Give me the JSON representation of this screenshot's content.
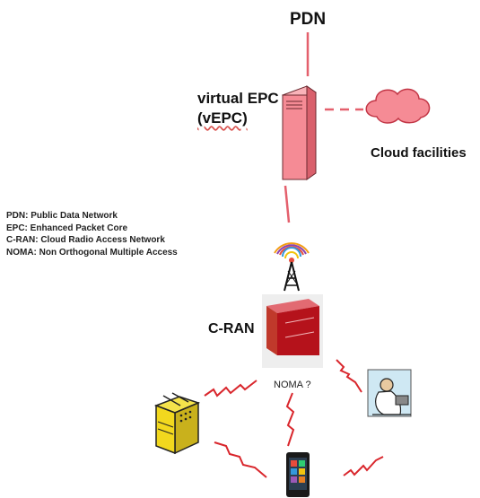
{
  "labels": {
    "pdn": "PDN",
    "vepc_line1": "virtual EPC",
    "vepc_line2": "(vEPC)",
    "cloud": "Cloud facilities",
    "cran": "C-RAN",
    "noma": "NOMA ?"
  },
  "legend": [
    "PDN:  Public Data Network",
    "EPC: Enhanced Packet Core",
    "C-RAN: Cloud Radio Access Network",
    "NOMA: Non Orthogonal Multiple Access"
  ],
  "colors": {
    "link": "#e4606d",
    "server_fill": "#f58b95",
    "server_stroke": "#6b2a30",
    "cloud_fill": "#f58b95",
    "wireless": "#d9262c",
    "cran_box": "#b5121b"
  },
  "icons": [
    "server-icon",
    "cloud-icon",
    "antenna-tower-icon",
    "cran-unit-icon",
    "mobile-phone-icon",
    "sensor-device-icon",
    "user-terminal-icon"
  ]
}
